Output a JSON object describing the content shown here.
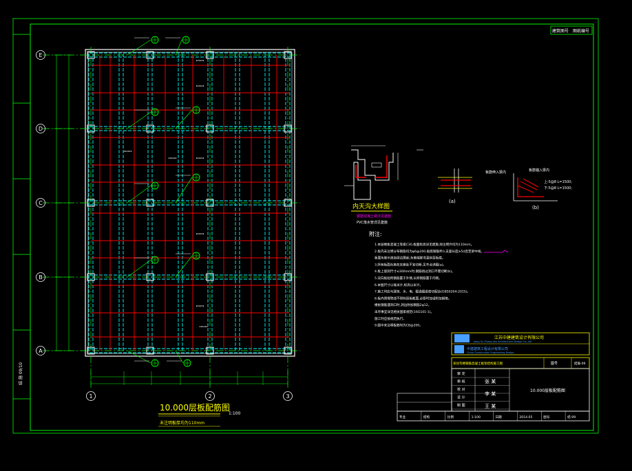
{
  "drawing": {
    "title_main": "10.000层板配筋图",
    "title_scale": "1:100",
    "title_note": "未注明板厚均为110mm",
    "sheet_label_top": "建筑图号",
    "sheet_label_top2": "图纸编号",
    "left_vertical_note": "结 施 09/10"
  },
  "axes": {
    "rows": [
      "E",
      "D",
      "C",
      "B",
      "A"
    ],
    "cols": [
      "1",
      "2",
      "3"
    ]
  },
  "detail": {
    "title": "内天沟大样图",
    "subtitle": "钢筋混凝土做法见建施",
    "subtitle2": "PVC落水管详见建施",
    "label_a": "(a)",
    "label_b": "(b)",
    "label_b_title": "板筋锚入梁内",
    "label_b_note1": "上:5@8 L=1500;",
    "label_b_note2": "下:5@8 L=1500;"
  },
  "notes": {
    "heading": "附注:",
    "lines": [
      "1.本层楼板混凝土等级C30,板面标高详见建施,除注明外均为110mm。",
      "2.板内未注明分布钢筋均为φ6@200,板底钢筋伸入支座长度≥5d且至梁中线。",
      "  板面负筋长度自梁边算起,负筋端部弯直钩至板底。",
      "3.所有板面负筋在支座处不宜切断,见节点详图(a)。",
      "4.板上留洞尺寸≤300mm时,钢筋绕过洞口不需切断(b)。",
      "5.双向板短跨钢筋置于外侧,长跨钢筋置于内侧。",
      "6.本图尺寸以毫米计,标高以米计。",
      "7.施工时应与建筑、水、电、暖通图纸密切配合(GB50204-2015)。",
      "8.板内预埋管线不得削弱板截面,必要时加设附加钢筋。",
      "  楼板钢筋遇洞口时,洞边附加钢筋2φ12。",
      "  未尽事宜详见相关国家规范(16G101-1)。",
      "  施工时应按规范执行。",
      "9.图中未注明板筋均为C8@200。"
    ]
  },
  "title_block": {
    "company": "江苏中建建筑设计有限公司",
    "company_en": "Jiang Su Zhong Jian Architectural Design Co.,Ltd",
    "company2": "中建建筑工程设计有限公司",
    "company2_en": "China Construction Engineering Design",
    "project": "某住宅楼钢筋混凝土框架结构施工图",
    "sheet_name": "10.000层板配筋图",
    "roles": [
      "审 定",
      "审 核",
      "校 对",
      "设 计",
      "制 图"
    ],
    "signatures": [
      "张 某",
      "李 某",
      "王 某"
    ],
    "code_label": "图号",
    "code_value": "结施-09",
    "date": "2014.05",
    "scale": "1:100",
    "footer_cells": [
      "专业",
      "结构",
      "比例",
      "1:100",
      "日期",
      "2014.05",
      "图号",
      "结-09"
    ]
  },
  "colors": {
    "grid": "#00ff00",
    "beam": "#00ffff",
    "rebar": "#ff0000",
    "text": "#ffffff",
    "magenta": "#ff00ff",
    "yellow": "#ffff00",
    "blue": "#4aa0ff"
  }
}
